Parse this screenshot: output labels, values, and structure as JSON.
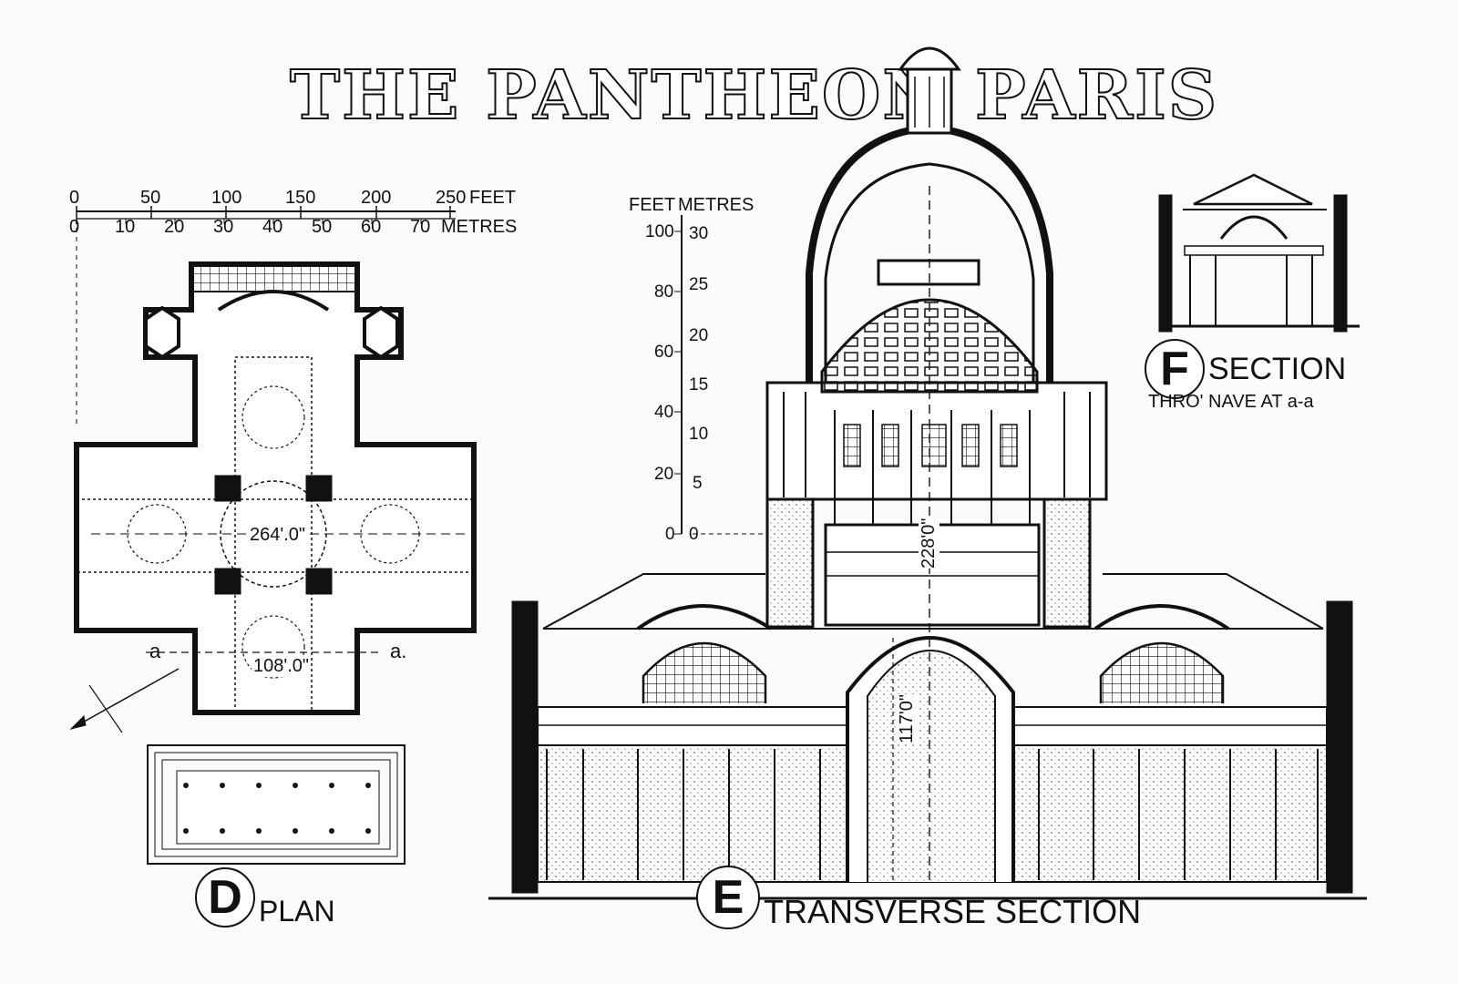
{
  "title": {
    "left": "THE PANTHEON",
    "right": "PARIS"
  },
  "plan_scale": {
    "feet_ticks": [
      "0",
      "50",
      "100",
      "150",
      "200",
      "250"
    ],
    "feet_unit": "FEET",
    "metre_ticks": [
      "0",
      "10",
      "20",
      "30",
      "40",
      "50",
      "60",
      "70"
    ],
    "metre_unit": "METRES"
  },
  "vertical_scale": {
    "header_feet": "FEET",
    "header_metres": "METRES",
    "feet_ticks": [
      "100",
      "80",
      "60",
      "40",
      "20",
      "0"
    ],
    "metre_ticks": [
      "30",
      "25",
      "20",
      "15",
      "10",
      "5",
      "0"
    ]
  },
  "plan": {
    "dimension_crossing": "264'.0\"",
    "dimension_nave": "108'.0\"",
    "section_mark_left": "a",
    "section_mark_right": "a.",
    "caption_letter": "D",
    "caption_text": "PLAN"
  },
  "transverse_section": {
    "dimension_total": "228'0\"",
    "dimension_arch": "117'0\"",
    "caption_letter": "E",
    "caption_text": "TRANSVERSE SECTION"
  },
  "nave_section": {
    "caption_letter": "F",
    "caption_text": "SECTION",
    "subcaption": "THRO' NAVE AT a-a"
  }
}
